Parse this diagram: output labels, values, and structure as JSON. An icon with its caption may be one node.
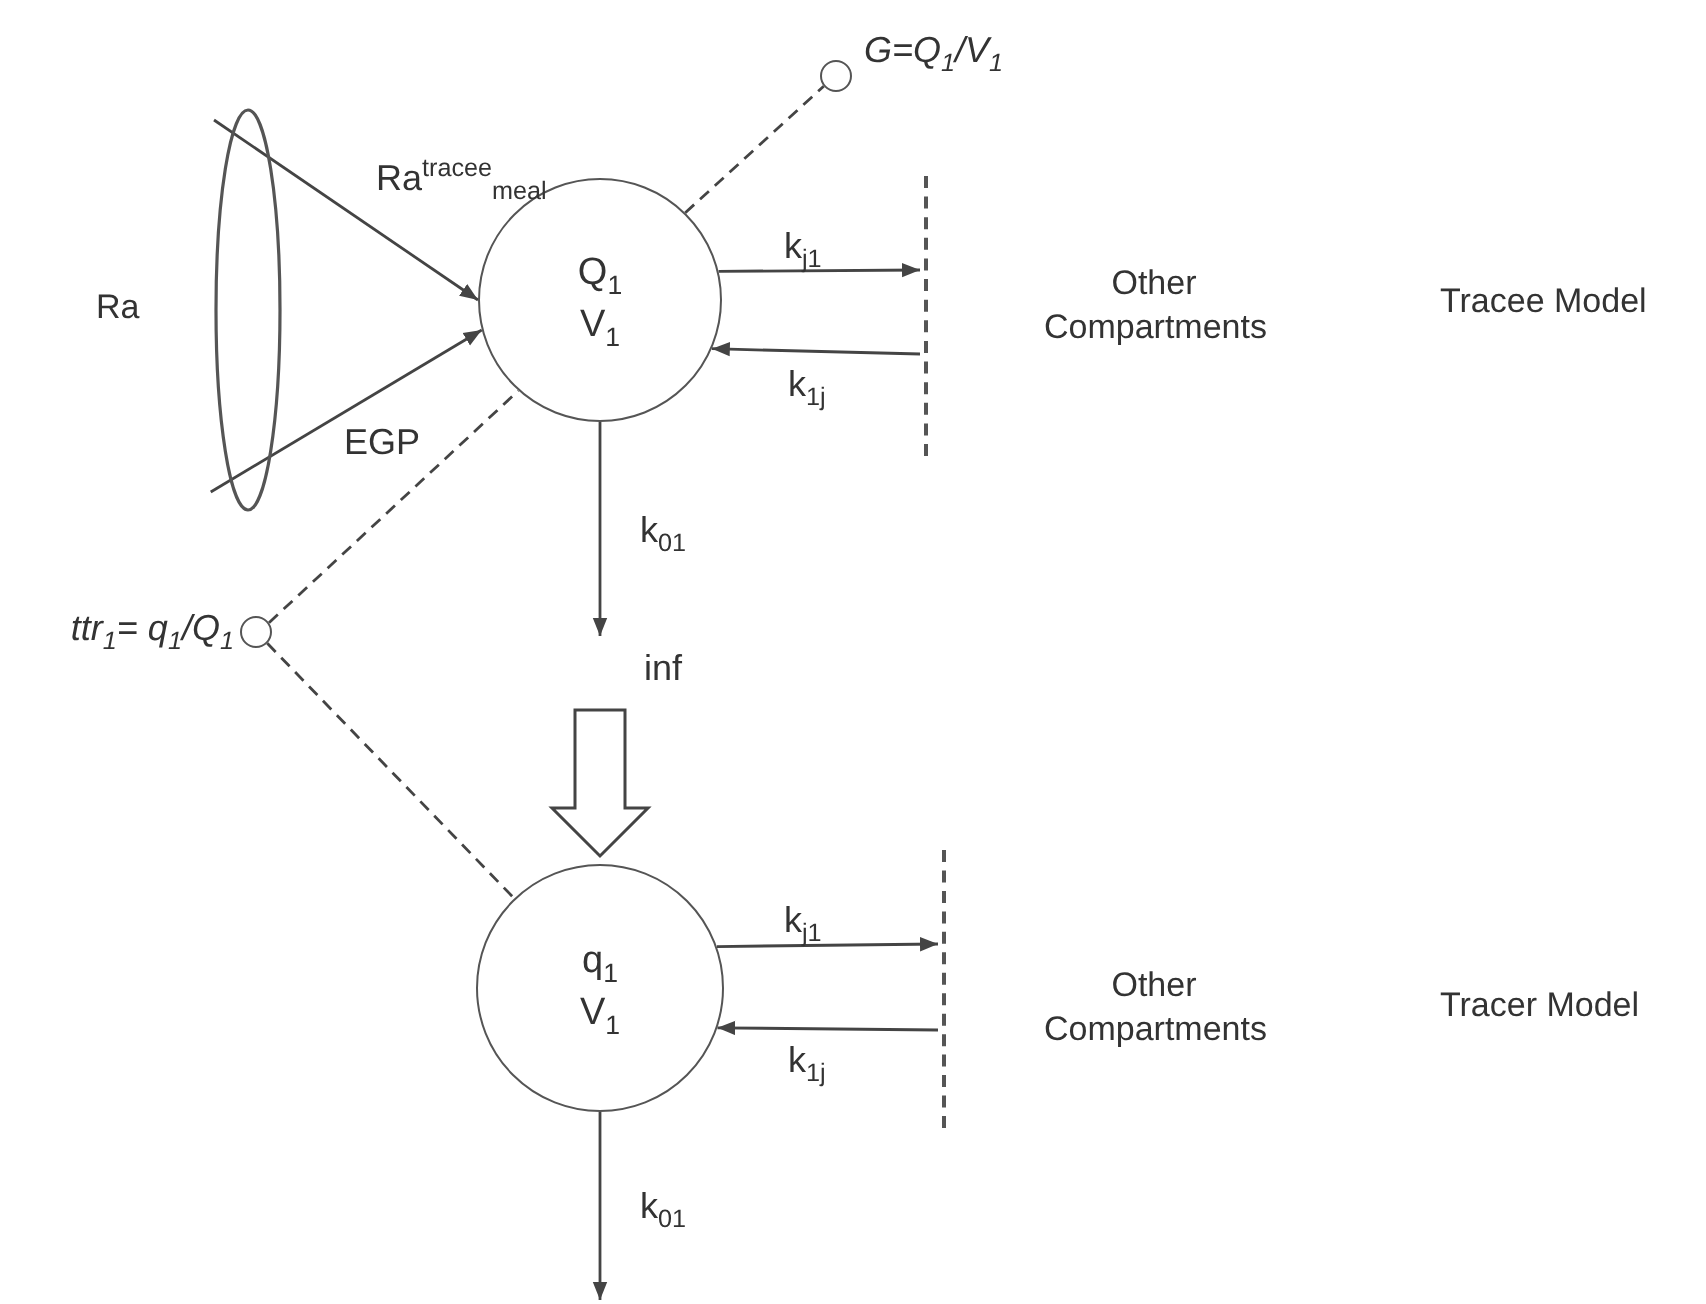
{
  "diagram": {
    "nodes": [
      {
        "text": [
          "Q$_{1}$ V$_{1}$"
        ]
      },
      {
        "text": [],
        "shape": "circle",
        "beside": [
          "G=Q$_{1}$/V$_{1}$"
        ]
      },
      {
        "text": [],
        "shape": "bar",
        "beside": [
          "Other Compartments"
        ]
      },
      {
        "text": [
          "Ra"
        ]
      },
      {
        "text": [],
        "shape": "circle",
        "beside": [
          "ttr$_{1}$= q$_{1}$/Q$_{1}$"
        ]
      },
      {
        "text": [
          "q$_{1}$ V$_{1}$"
        ]
      },
      {
        "text": [],
        "shape": "bar",
        "beside": [
          "Other Compartments"
        ]
      }
    ],
    "edges": [
      {
        "from": 3,
        "to": 0,
        "arrow": "to",
        "label": "Ra$^{tracee}$$_{meal}$"
      },
      {
        "from": 3,
        "to": 0,
        "arrow": "to",
        "label": "EGP"
      },
      {
        "from": 0,
        "to": 1,
        "arrow": "none",
        "style": "dashed"
      },
      {
        "from": 0,
        "to": 2,
        "arrow": "to",
        "label": "k$_{j1}$"
      },
      {
        "from": 2,
        "to": 0,
        "arrow": "to",
        "label": "k$_{1j}$"
      },
      {
        "from": 0,
        "to": null,
        "arrow": "to",
        "label": "k$_{01}$"
      },
      {
        "from": 4,
        "to": 0,
        "arrow": "none",
        "style": "dashed"
      },
      {
        "from": 4,
        "to": 5,
        "arrow": "none",
        "style": "dashed"
      },
      {
        "from": null,
        "to": 5,
        "arrow": "to",
        "style": "thick",
        "label": "inf"
      },
      {
        "from": 5,
        "to": 6,
        "arrow": "to",
        "label": "k$_{j1}$"
      },
      {
        "from": 6,
        "to": 5,
        "arrow": "to",
        "label": "k$_{1j}$"
      },
      {
        "from": 5,
        "to": null,
        "arrow": "to",
        "label": "k$_{01}$"
      }
    ],
    "labels": [
      "Tracee Model",
      "Tracer Model"
    ]
  }
}
